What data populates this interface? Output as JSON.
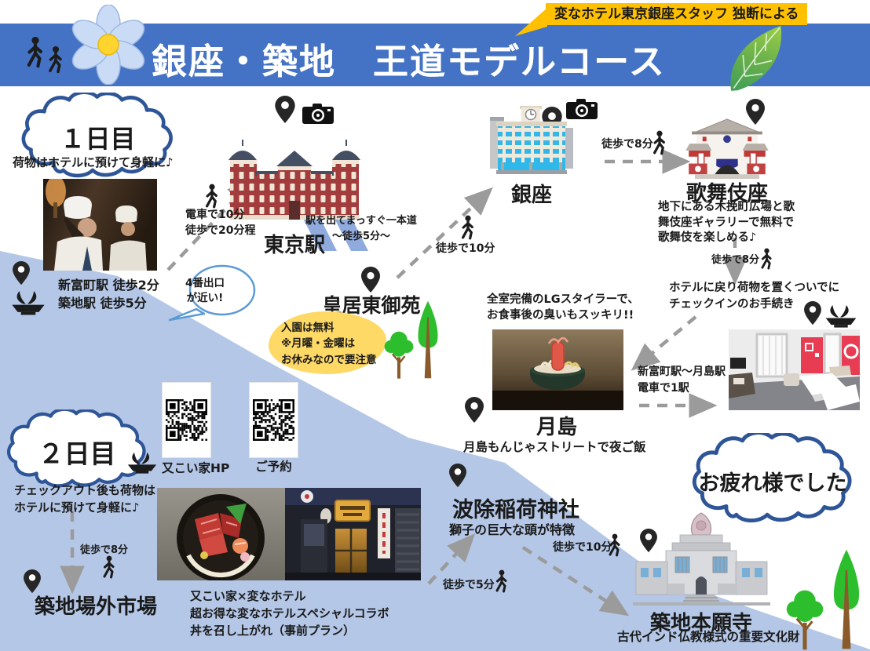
{
  "colors": {
    "header_blue": "#4472C4",
    "bg_light_blue": "#B4C7E7",
    "tag_yellow": "#FFC000",
    "note_yellow": "#FFD966",
    "cloud_outline": "#2E5597",
    "bubble_outline": "#5B9BD5",
    "arrow_gray": "#9B9B9B",
    "road_stripe_blue": "#8FAADC",
    "tree_green": "#2DBE2D"
  },
  "header": {
    "tag": "変なホテル東京銀座スタッフ 独断による",
    "title": "銀座・築地　王道モデルコース"
  },
  "day1": {
    "cloud": "１日目",
    "luggage_note": "荷物はホテルに預けて身軽に♪",
    "access": {
      "text": "新富町駅 徒歩2分\n築地駅 徒歩5分",
      "bubble": "4番出口\nが近い!"
    },
    "routes": {
      "to_tokyo": "電車で10分\n徒歩で20分程",
      "road_note": "駅を出てまっすぐ一本道\n～徒歩5分～",
      "to_ginza": "徒歩で10分",
      "ginza_to_kabukiza": "徒歩で8分",
      "kabukiza_to_hotel": "徒歩で8分",
      "hotel_to_tsukishima": "新富町駅～月島駅\n電車で1駅"
    },
    "stops": {
      "tokyo_station": "東京駅",
      "kokyo_gyoen": {
        "name": "皇居東御苑",
        "note": "入園は無料\n※月曜・金曜は\nお休みなので要注意"
      },
      "ginza": "銀座",
      "kabukiza": {
        "name": "歌舞伎座",
        "desc": "地下にある木挽町広場と歌\n舞伎座ギャラリーで無料で\n歌舞伎を楽しめる♪"
      },
      "tsukishima": {
        "name": "月島",
        "desc": "月島もんじゃストリートで夜ご飯"
      }
    },
    "checkin_note": "ホテルに戻り荷物を置くついでに\nチェックインのお手続き",
    "styler_note": "全室完備のLGスタイラーで、\nお食事後の臭いもスッキリ!!"
  },
  "day2": {
    "cloud": "２日目",
    "qr": {
      "hp_label": "又こい家HP",
      "reserve_label": "ご予約"
    },
    "checkout_note": "チェックアウト後も荷物は\nホテルに預けて身軽に♪",
    "routes": {
      "to_market": "徒歩で8分",
      "to_namiyoke": "徒歩で5分",
      "to_honganji": "徒歩で10分"
    },
    "stops": {
      "market": "築地場外市場",
      "namiyoke": {
        "name": "波除稲荷神社",
        "desc": "獅子の巨大な頭が特徴"
      },
      "honganji": {
        "name": "築地本願寺",
        "desc": "古代インド仏教様式の重要文化財"
      }
    },
    "collab_note": "又こい家×変なホテル\n超お得な変なホテルスペシャルコラボ\n丼を召し上がれ（事前プラン）",
    "farewell": "お疲れ様でした"
  }
}
